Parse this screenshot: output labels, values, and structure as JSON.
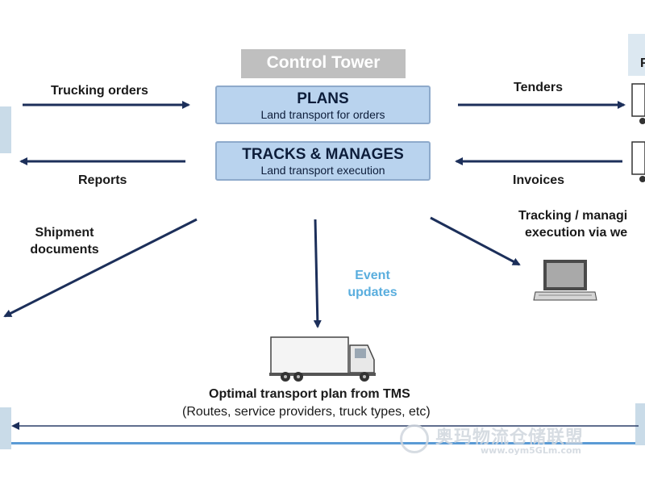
{
  "control_tower": {
    "title": "Control Tower"
  },
  "plans_box": {
    "title": "PLANS",
    "subtitle": "Land transport for orders"
  },
  "tracks_box": {
    "title": "TRACKS & MANAGES",
    "subtitle": "Land transport execution"
  },
  "labels": {
    "trucking_orders": "Trucking orders",
    "reports": "Reports",
    "tenders": "Tenders",
    "invoices": "Invoices",
    "shipment_documents_line1": "Shipment",
    "shipment_documents_line2": "documents",
    "tracking_line1": "Tracking / managi",
    "tracking_line2": "execution via we",
    "event_updates_line1": "Event",
    "event_updates_line2": "updates",
    "right_top_partial": "F"
  },
  "tms": {
    "title": "Optimal transport plan from TMS",
    "subtitle": "(Routes, service providers, truck types, etc)"
  },
  "watermark": {
    "text": "奥玛物流仓储联盟",
    "url": "www.oym5GLm.com"
  },
  "colors": {
    "arrow": "#1c2f5a",
    "box_fill": "#b9d3ee",
    "event_blue": "#5aaede"
  }
}
